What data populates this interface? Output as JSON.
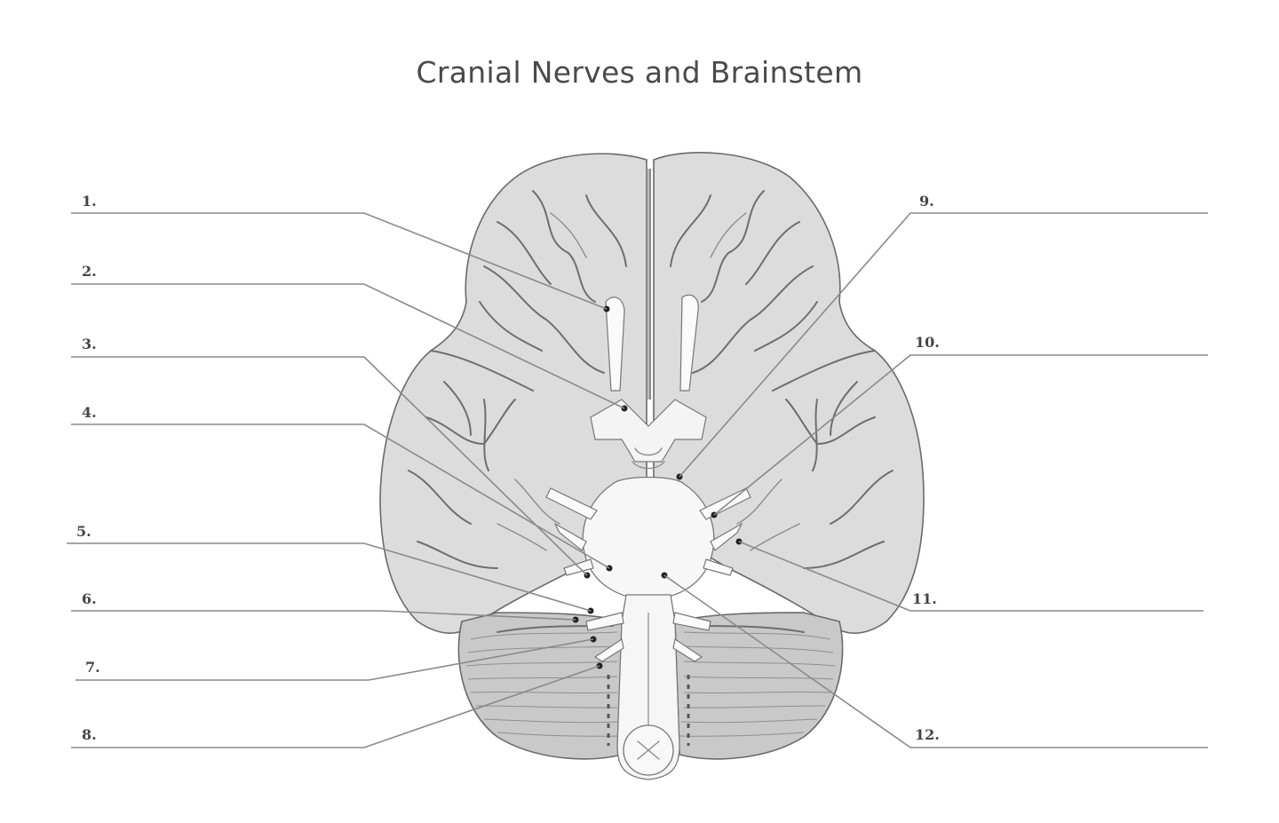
{
  "title": "Cranial Nerves and Brainstem",
  "labels": [
    "1.",
    "2.",
    "3.",
    "4.",
    "5.",
    "6.",
    "7.",
    "8.",
    "9.",
    "10.",
    "11.",
    "12."
  ],
  "colors": {
    "brain_fill": "#dcdcdc",
    "cerebellum_fill": "#c9c9c9",
    "brainstem_fill": "#f6f6f6",
    "leader_line": "#8a8a8a",
    "text": "#444444"
  }
}
